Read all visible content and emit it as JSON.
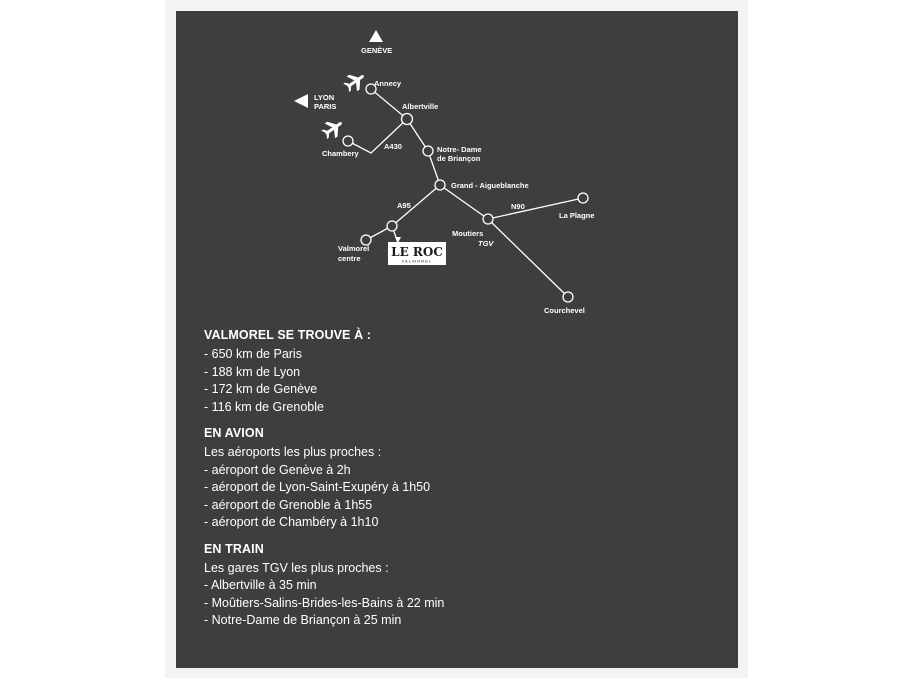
{
  "map": {
    "places": {
      "geneve": "GENÈVE",
      "lyon": "LYON",
      "paris": "PARIS",
      "annecy": "Annecy",
      "albertville": "Albertville",
      "chambery": "Chambery",
      "a430": "A430",
      "notre_dame_1": "Notre- Dame",
      "notre_dame_2": "de Briançon",
      "grand_aigueblanche": "Grand - Aigueblanche",
      "a95": "A95",
      "n90": "N90",
      "la_plagne": "La Plagne",
      "moutiers": "Moutiers",
      "tgv": "TGV",
      "valmorel_1": "Valmorel",
      "valmorel_2": "centre",
      "courchevel": "Courchevel"
    },
    "logo": {
      "name": "LE ROC",
      "sub": "VALMOREL"
    }
  },
  "info": {
    "section1": {
      "title": "VALMOREL SE TROUVE À :",
      "lines": [
        "- 650 km de Paris",
        "- 188 km de Lyon",
        "- 172 km de Genève",
        "- 116 km de Grenoble"
      ]
    },
    "section2": {
      "title": "EN AVION",
      "intro": "Les aéroports les plus proches :",
      "lines": [
        "- aéroport de Genève à 2h",
        "- aéroport de Lyon-Saint-Exupéry à 1h50",
        "- aéroport de Grenoble à 1h55",
        "- aéroport de Chambéry à 1h10"
      ]
    },
    "section3": {
      "title": "EN TRAIN",
      "intro": "Les gares TGV les plus proches :",
      "lines": [
        "- Albertville à 35 min",
        "- Moûtiers-Salins-Brides-les-Bains à 22 min",
        "- Notre-Dame de Briançon à 25 min"
      ]
    }
  },
  "colors": {
    "panel": "#3e3f3c",
    "text": "#ffffff"
  }
}
